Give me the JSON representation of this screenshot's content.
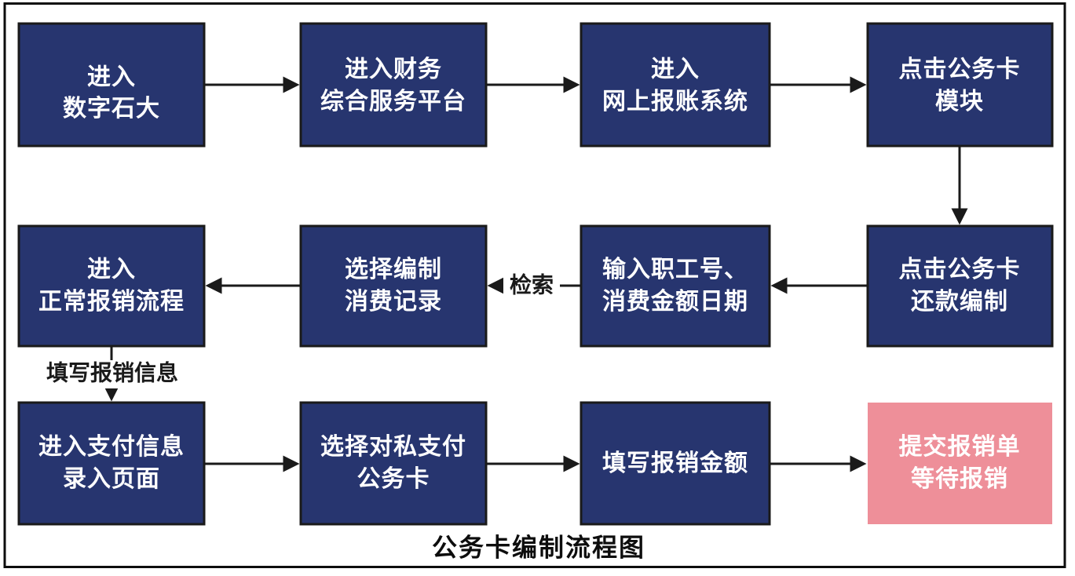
{
  "diagram": {
    "title": "公务卡编制流程图",
    "colors": {
      "node_fill": "#27356F",
      "node_accent_fill": "#EE8F99",
      "node_text": "#FFFFFF",
      "stroke": "#1A1A1A",
      "background": "#FFFFFF"
    },
    "nodes": [
      {
        "id": "n1",
        "line1": "进入",
        "line2": "数字石大"
      },
      {
        "id": "n2",
        "line1": "进入财务",
        "line2": "综合服务平台"
      },
      {
        "id": "n3",
        "line1": "进入",
        "line2": "网上报账系统"
      },
      {
        "id": "n4",
        "line1": "点击公务卡",
        "line2": "模块"
      },
      {
        "id": "n5",
        "line1": "点击公务卡",
        "line2": "还款编制"
      },
      {
        "id": "n6",
        "line1": "输入职工号、",
        "line2": "消费金额日期"
      },
      {
        "id": "n7",
        "line1": "选择编制",
        "line2": "消费记录"
      },
      {
        "id": "n8",
        "line1": "进入",
        "line2": "正常报销流程"
      },
      {
        "id": "n9",
        "line1": "进入支付信息",
        "line2": "录入页面"
      },
      {
        "id": "n10",
        "line1": "选择对私支付",
        "line2": "公务卡"
      },
      {
        "id": "n11",
        "line1": "填写报销金额",
        "line2": ""
      },
      {
        "id": "n12",
        "line1": "提交报销单",
        "line2": "等待报销"
      }
    ],
    "edge_labels": {
      "search": "检索",
      "fill_claim_info": "填写报销信息"
    }
  }
}
